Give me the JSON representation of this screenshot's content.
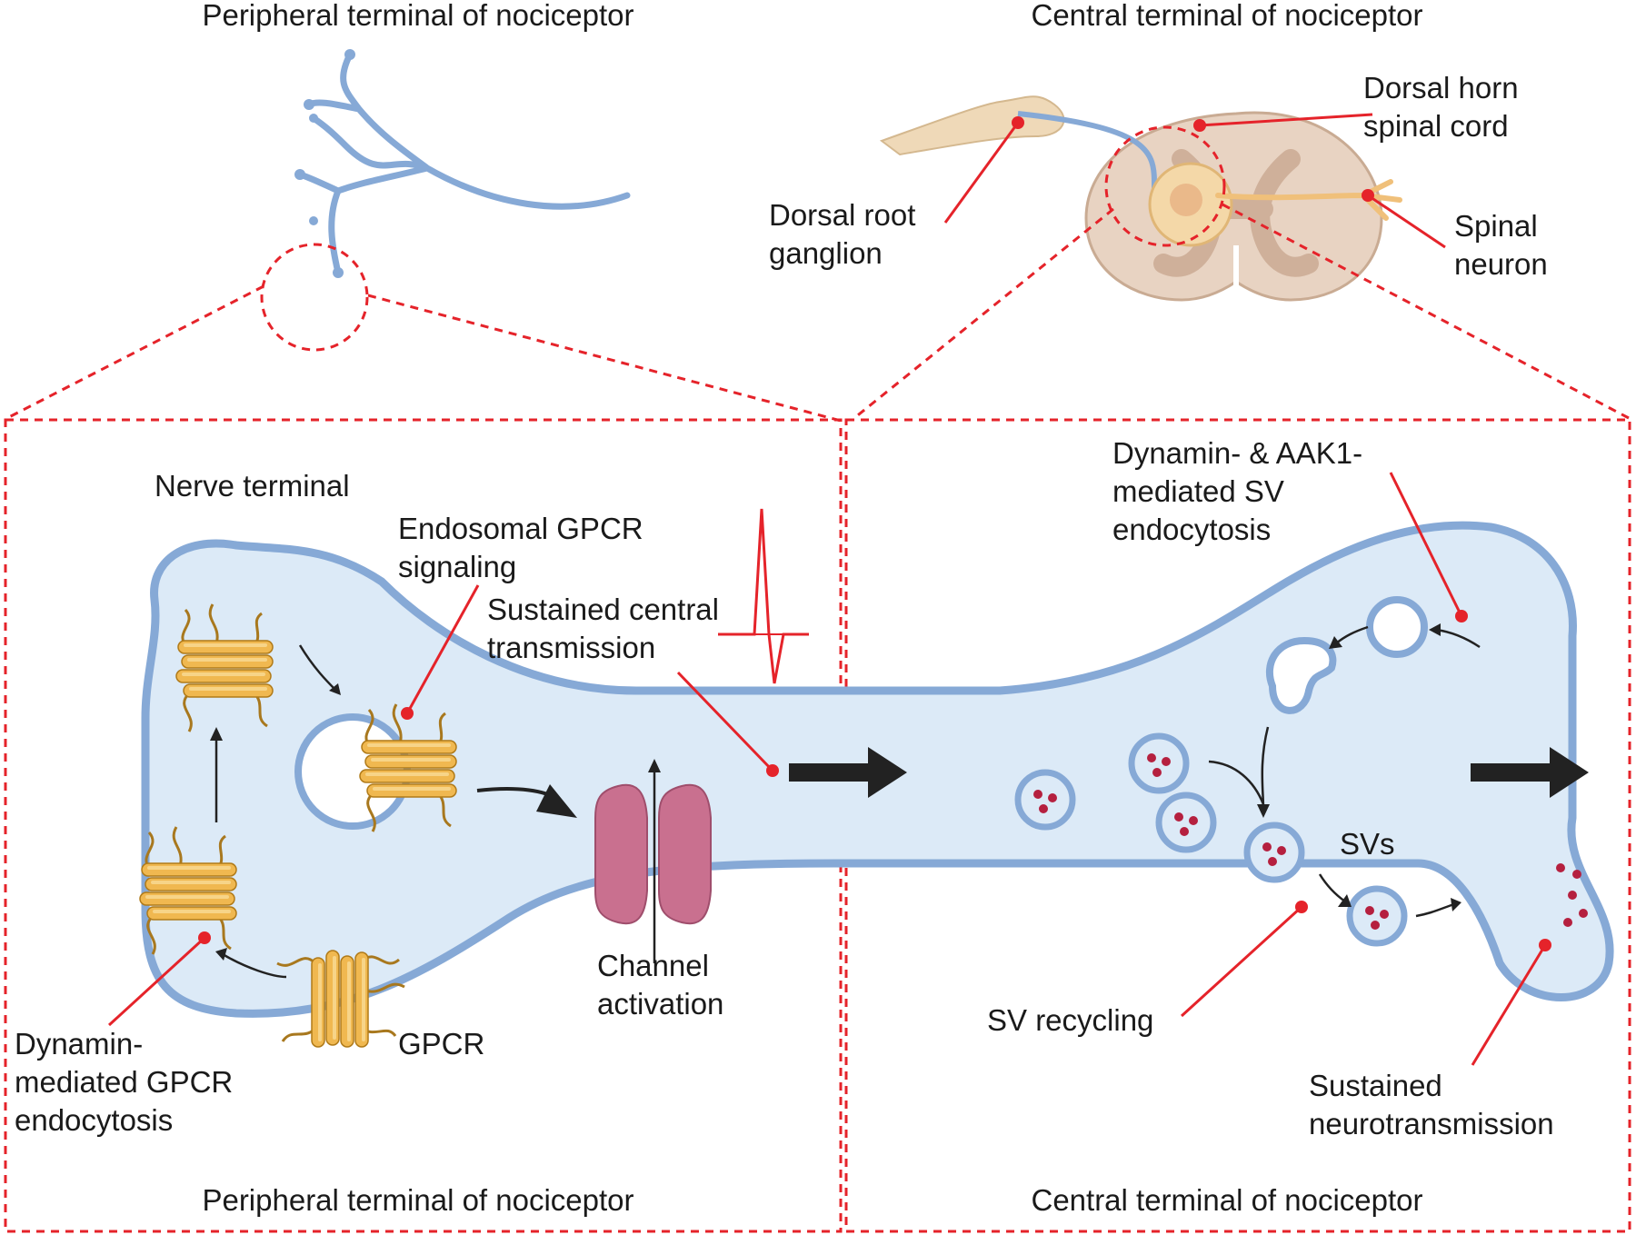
{
  "top": {
    "left_title": "Peripheral terminal of nociceptor",
    "right_title": "Central terminal of nociceptor",
    "drg_label": [
      "Dorsal root",
      "ganglion"
    ],
    "dorsal_horn_label": [
      "Dorsal horn",
      "spinal cord"
    ],
    "spinal_neuron_label": [
      "Spinal",
      "neuron"
    ]
  },
  "left_panel": {
    "nerve_terminal": "Nerve terminal",
    "endosomal": [
      "Endosomal GPCR",
      "signaling"
    ],
    "sustained_central": [
      "Sustained central",
      "transmission"
    ],
    "channel": [
      "Channel",
      "activation"
    ],
    "gpcr": "GPCR",
    "dynamin_gpcr": [
      "Dynamin-",
      "mediated GPCR",
      "endocytosis"
    ],
    "footer": "Peripheral terminal of nociceptor"
  },
  "right_panel": {
    "dynamin_aak1": [
      "Dynamin- & AAK1-",
      "mediated SV",
      "endocytosis"
    ],
    "svs": "SVs",
    "sv_recycling": "SV recycling",
    "sustained_neuro": [
      "Sustained",
      "neurotransmission"
    ],
    "footer": "Central terminal of nociceptor"
  },
  "colors": {
    "accent_red": "#e5232a",
    "membrane_blue": "#86a9d6",
    "cytoplasm": "#dceaf7",
    "gpcr_gold": "#f0b850",
    "channel_pink": "#c9708f",
    "vesicle_cargo": "#b5203f",
    "spinal_tissue": "#e8d3c2"
  }
}
